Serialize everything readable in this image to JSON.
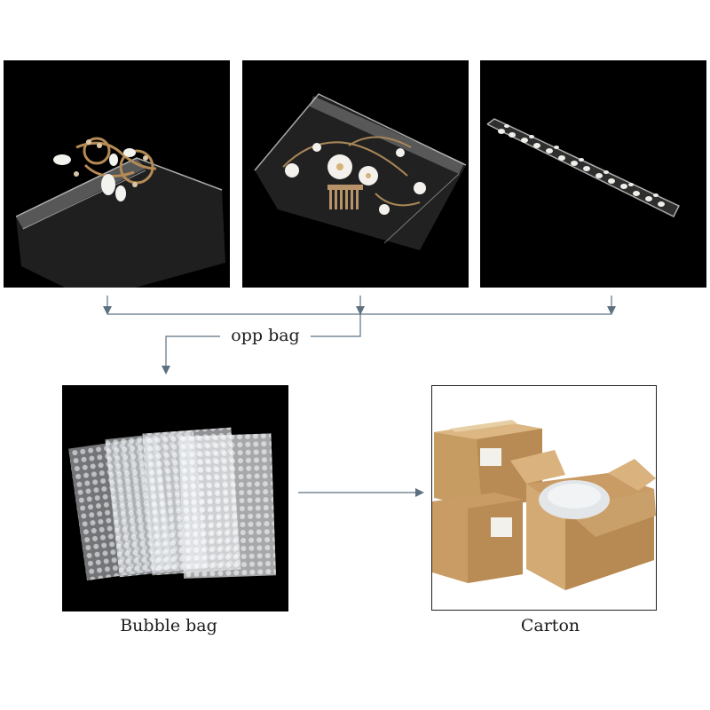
{
  "colors": {
    "connector": "#5d7080",
    "photo_background": "#000000",
    "cardboard": "#c9a06a"
  },
  "labels": {
    "opp_bag": "opp bag",
    "bubble_bag": "Bubble bag",
    "carton": "Carton"
  }
}
